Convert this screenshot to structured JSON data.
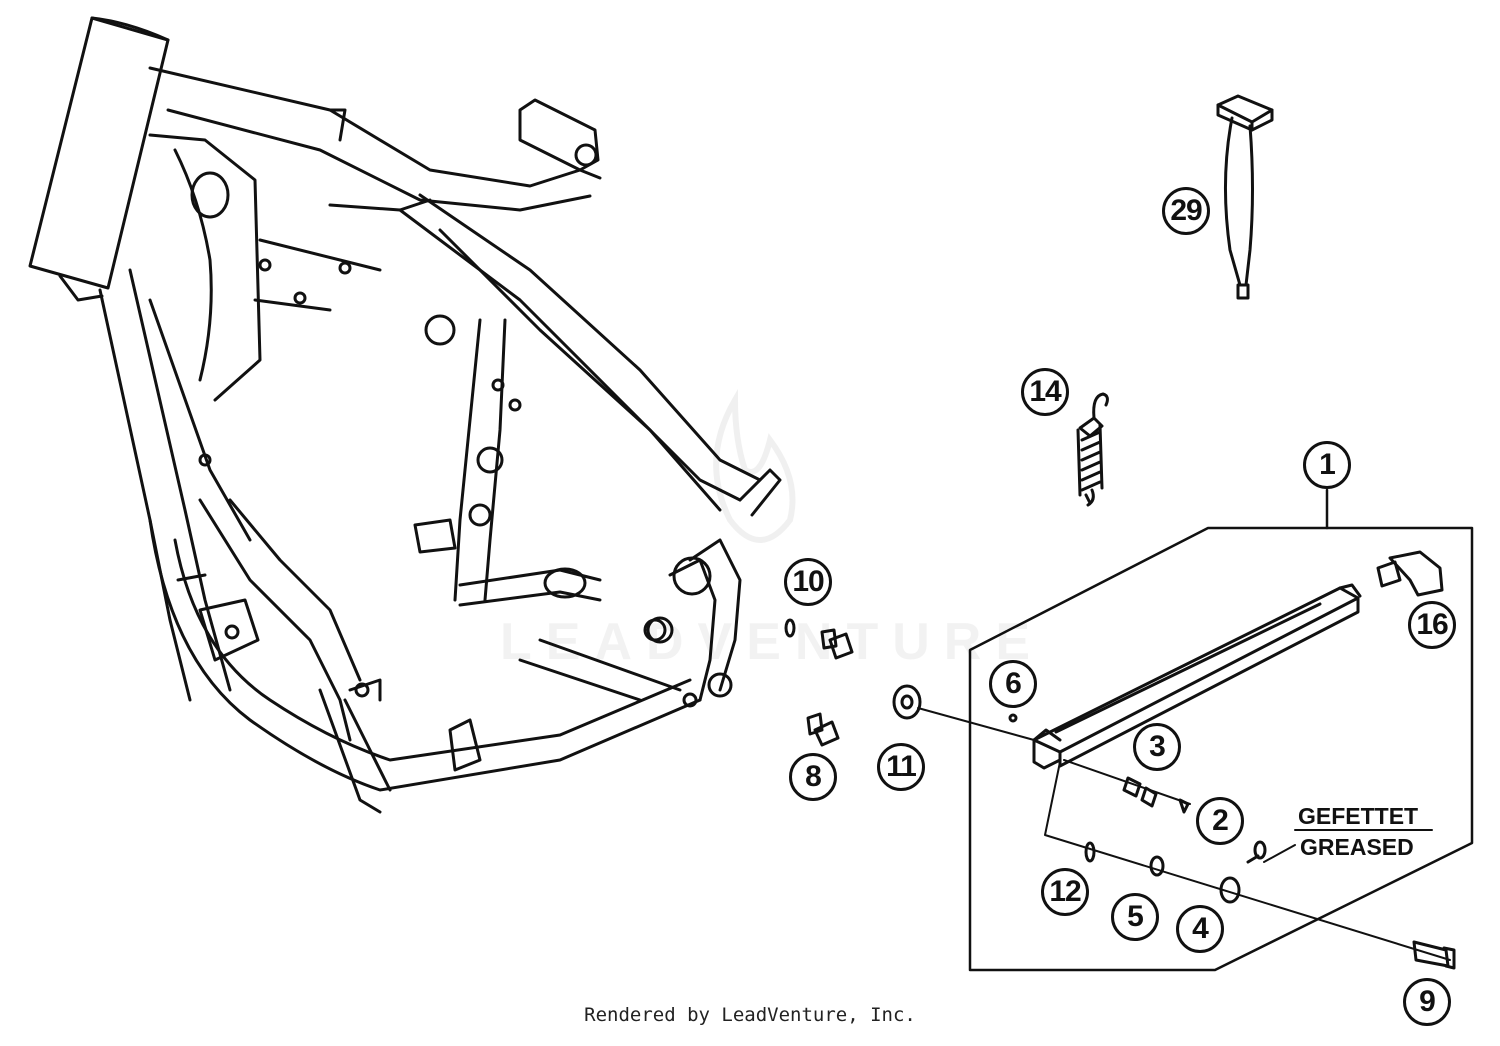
{
  "diagram": {
    "callouts": {
      "c1": "1",
      "c2": "2",
      "c3": "3",
      "c4": "4",
      "c5": "5",
      "c6": "6",
      "c8": "8",
      "c9": "9",
      "c10": "10",
      "c11": "11",
      "c12": "12",
      "c14": "14",
      "c16": "16",
      "c29": "29"
    },
    "note_line1": "GEFETTET",
    "note_line2": "GREASED",
    "watermark": "LEADVENTURE",
    "footer": "Rendered by LeadVenture, Inc."
  },
  "colors": {
    "line": "#111111",
    "background": "#ffffff"
  }
}
